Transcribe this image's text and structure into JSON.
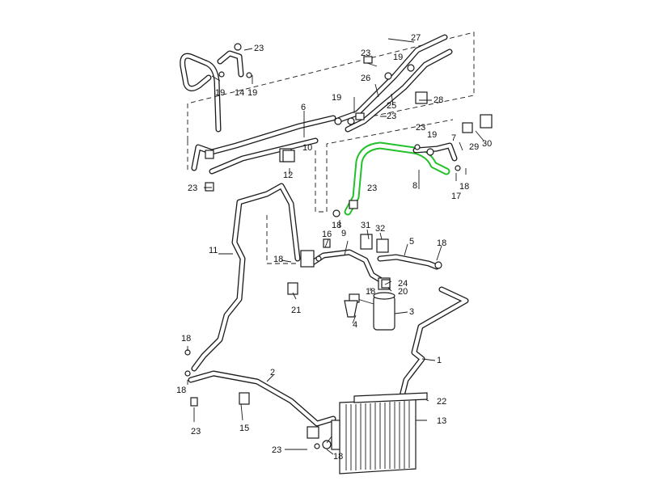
{
  "callouts": {
    "n1": "1",
    "n2": "2",
    "n3": "3",
    "n4": "4",
    "n5": "5",
    "n6": "6",
    "n7": "7",
    "n8": "8",
    "n9": "9",
    "n10": "10",
    "n11": "11",
    "n12": "12",
    "n13": "13",
    "n14": "14",
    "n15": "15",
    "n16": "16",
    "n17": "17",
    "n18": "18",
    "n19": "19",
    "n20": "20",
    "n21": "21",
    "n22": "22",
    "n23": "23",
    "n24": "24",
    "n25": "25",
    "n26": "26",
    "n27": "27",
    "n28": "28",
    "n29": "29",
    "n30": "30",
    "n31": "31",
    "n32": "32"
  },
  "highlight_color": "#22c02a",
  "highlighted_part": "8"
}
